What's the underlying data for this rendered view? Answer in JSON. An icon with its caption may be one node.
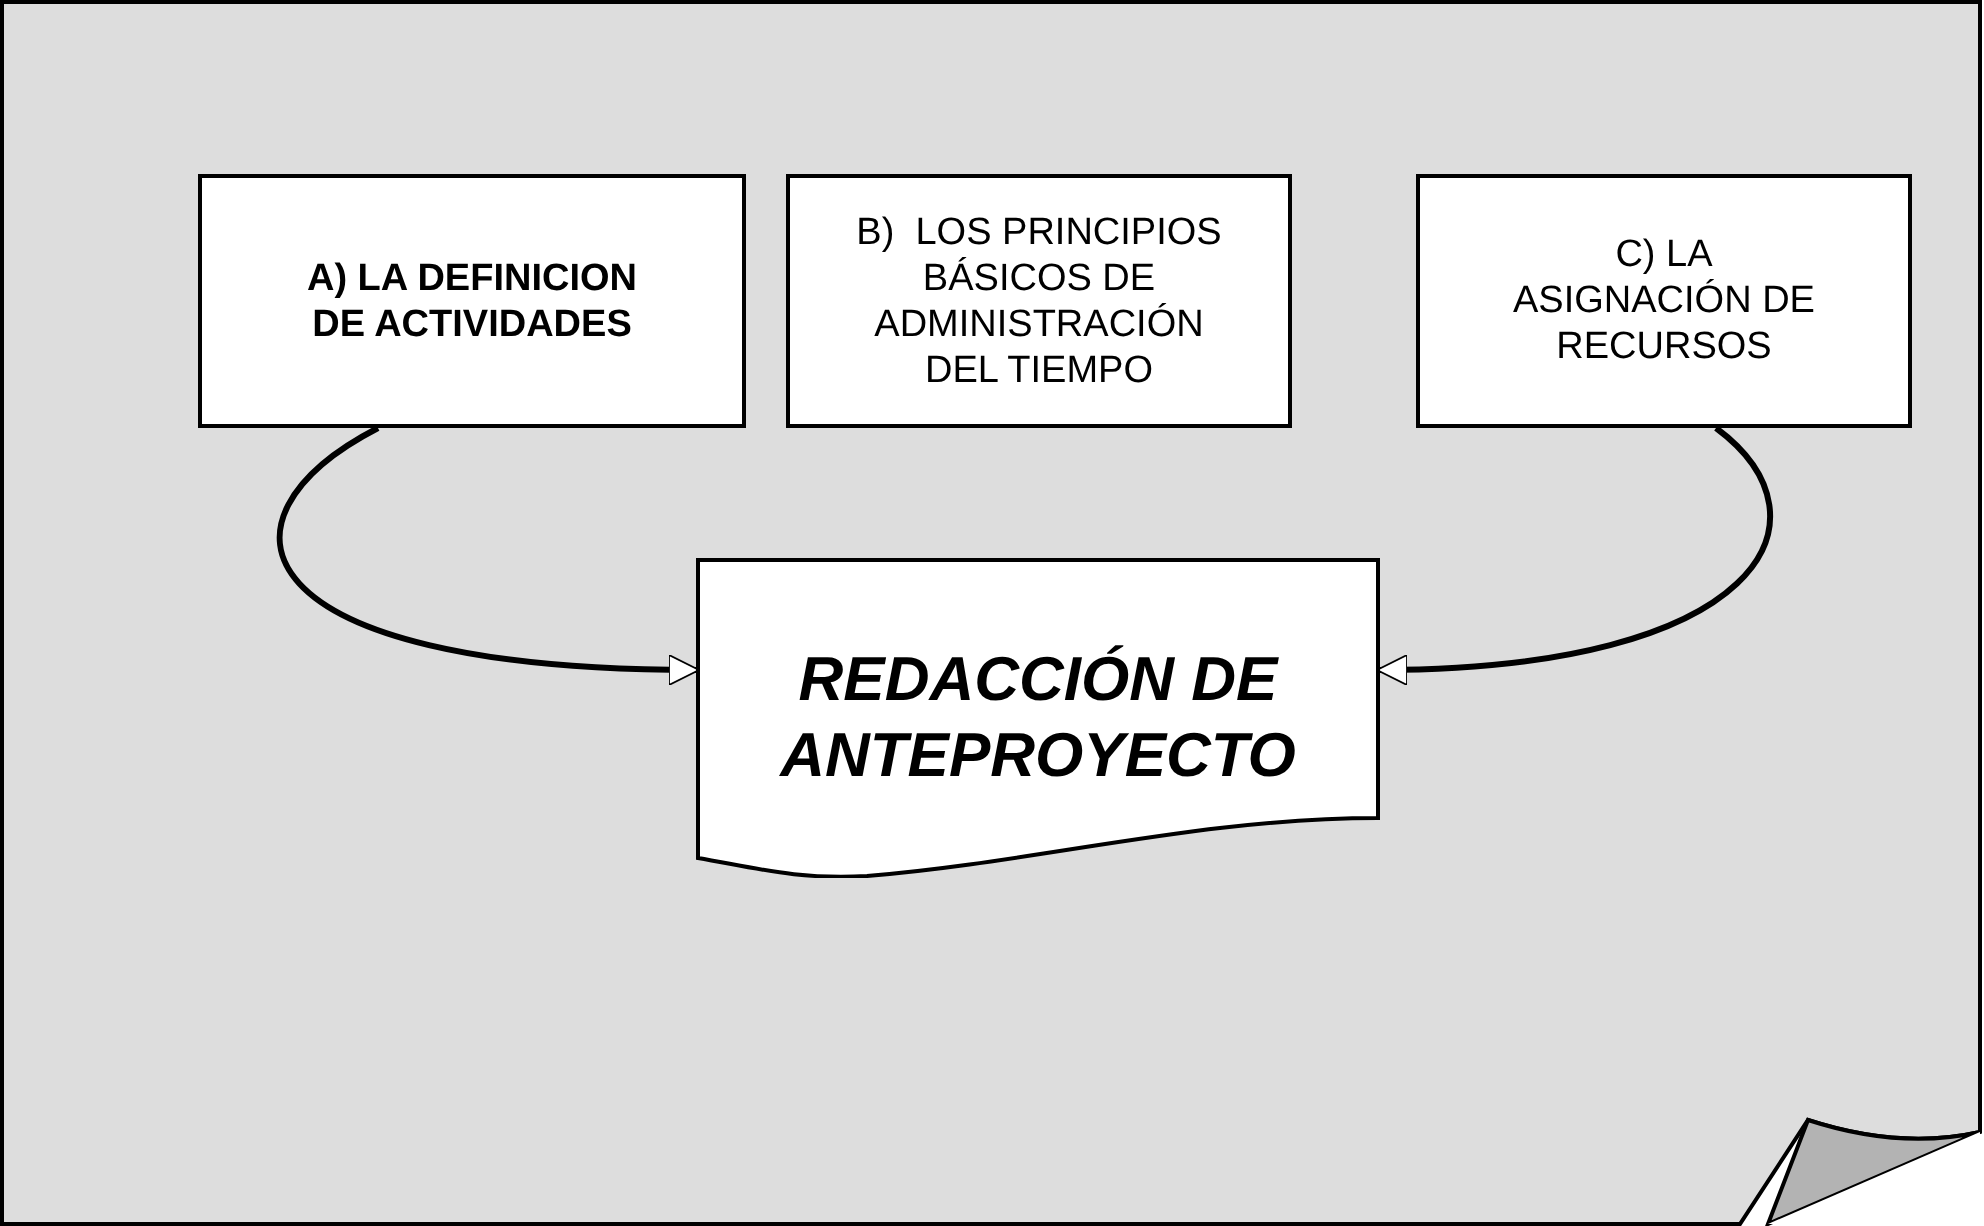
{
  "diagram": {
    "nodes": [
      {
        "text": [
          "A) LA DEFINICION DE ACTIVIDADES"
        ]
      },
      {
        "text": [
          "B)  LOS PRINCIPIOS BÁSICOS DE ADMINISTRACIÓN DEL TIEMPO"
        ]
      },
      {
        "text": [
          "C) LA ASIGNACIÓN DE RECURSOS"
        ]
      },
      {
        "text": [
          "REDACCIÓN DE ANTEPROYECTO"
        ]
      }
    ],
    "edges": [
      {
        "from": 0,
        "to": 3,
        "arrow": "to"
      },
      {
        "from": 2,
        "to": 3,
        "arrow": "to"
      }
    ]
  }
}
